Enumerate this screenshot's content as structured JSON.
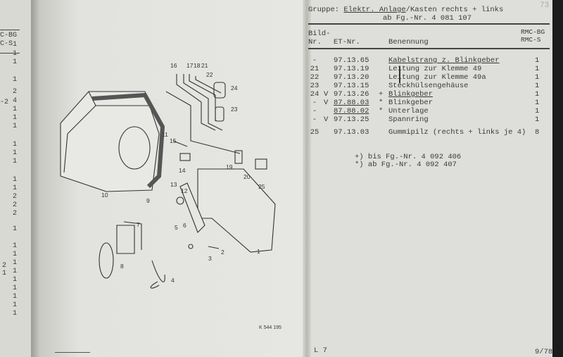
{
  "left_page": {
    "header": [
      "C-BG",
      "C-S"
    ],
    "side_marks": [
      "-2",
      "2",
      "1"
    ],
    "qty": [
      "1",
      "1",
      "1",
      "1",
      "2",
      "4",
      "1",
      "1",
      "1",
      "1",
      "1",
      "1",
      "1",
      "1",
      "2",
      "2",
      "2",
      "1",
      "1",
      "1",
      "1",
      "1",
      "1",
      "1",
      "1",
      "1",
      "1"
    ]
  },
  "diagram": {
    "callouts": [
      "16",
      "17",
      "18",
      "21",
      "22",
      "24",
      "23",
      "11",
      "15",
      "14",
      "19",
      "20",
      "25",
      "10",
      "13",
      "12",
      "9",
      "7",
      "5",
      "6",
      "3",
      "2",
      "1",
      "8",
      "4"
    ],
    "code": "K 544 195"
  },
  "header": {
    "group_label": "Gruppe:",
    "group": "Elektr. Anlage",
    "group_rest": "/Kasten rechts + links",
    "from": "ab Fg.-Nr. 4 081 107",
    "page_mark": "73"
  },
  "columns": {
    "bild": "Bild-",
    "nr": "Nr.",
    "et": "ET-Nr.",
    "benennung": "Benennung",
    "qty1": "RMC-BG",
    "qty2": "RMC-S"
  },
  "rows": [
    {
      "bild": "-",
      "v": "",
      "et": "97.13.65",
      "mark": "",
      "name": "Kabelstrang z. Blinkgeber",
      "qty": "1"
    },
    {
      "bild": "21",
      "v": "",
      "et": "97.13.19",
      "mark": "",
      "name": "Leitung zur Klemme 49",
      "qty": "1"
    },
    {
      "bild": "22",
      "v": "",
      "et": "97.13.20",
      "mark": "",
      "name": "Leitung zur Klemme 49a",
      "qty": "1"
    },
    {
      "bild": "23",
      "v": "",
      "et": "97.13.15",
      "mark": "",
      "name": "Steckhülsengehäuse",
      "qty": "1"
    },
    {
      "bild": "24",
      "v": "V",
      "et": "97.13.26",
      "mark": "+",
      "name": "Blinkgeber",
      "qty": "1"
    },
    {
      "bild": "-",
      "v": "V",
      "et": "87.88.03",
      "mark": "*",
      "name": "Blinkgeber",
      "qty": "1"
    },
    {
      "bild": "-",
      "v": "",
      "et": "87.88.02",
      "mark": "*",
      "name": "Unterlage",
      "qty": "1"
    },
    {
      "bild": "-",
      "v": "V",
      "et": "97.13.25",
      "mark": "",
      "name": "Spannring",
      "qty": "1"
    },
    {
      "bild": "25",
      "v": "",
      "et": "97.13.03",
      "mark": "",
      "name": "Gummipilz (rechts + links je 4)",
      "qty": "8"
    }
  ],
  "footnotes": [
    "+) bis Fg.-Nr. 4 092 406",
    "*) ab  Fg.-Nr. 4 092 407"
  ],
  "footer": {
    "left": "L 7",
    "right": "9/78"
  }
}
